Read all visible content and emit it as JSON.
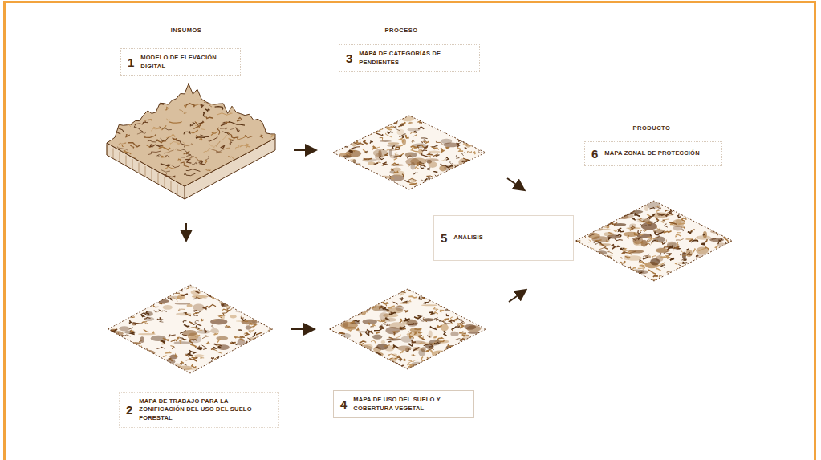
{
  "diagram": {
    "nodes": [
      {
        "text": [
          "1",
          "MODELO DE ELEVACIÓN DIGITAL"
        ]
      },
      {
        "text": [
          "3",
          "MAPA DE CATEGORÍAS DE PENDIENTES"
        ]
      },
      {
        "text": [
          "6",
          "MAPA ZONAL DE PROTECCIÓN"
        ]
      },
      {
        "text": [
          "5",
          "ANÁLISIS"
        ]
      },
      {
        "text": [
          "2",
          "MAPA DE TRABAJO PARA LA ZONIFICACIÓN DEL USO DEL SUELO FORESTAL"
        ]
      },
      {
        "text": [
          "4",
          "MAPA DE USO DEL SUELO Y COBERTURA VEGETAL"
        ]
      }
    ],
    "labels": [
      "INSUMOS",
      "PROCESO",
      "PRODUCTO"
    ]
  }
}
